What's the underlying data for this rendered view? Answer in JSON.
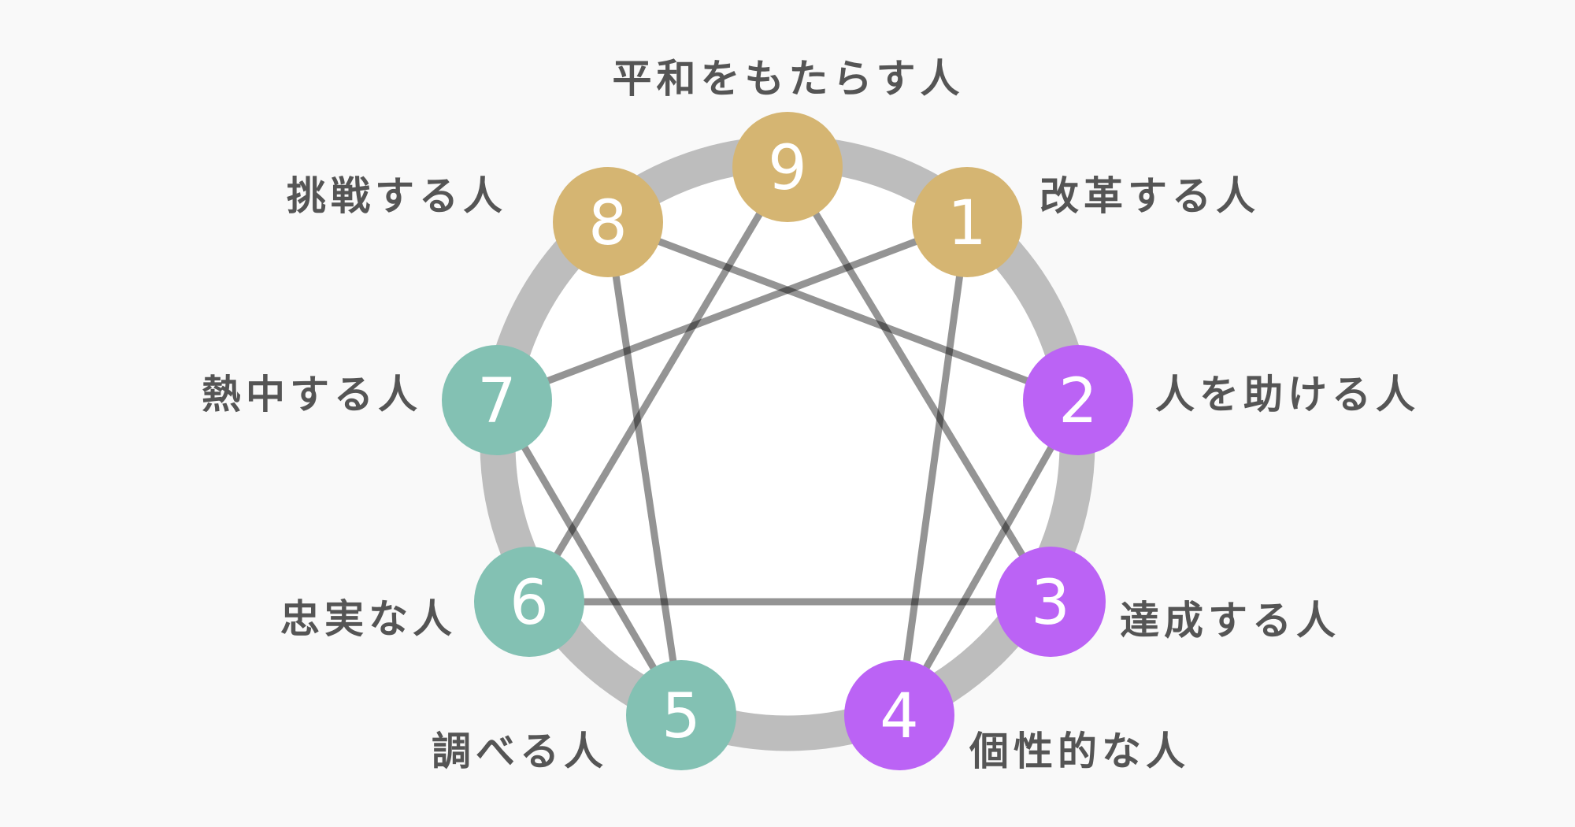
{
  "colors": {
    "background": "#f9f9f9",
    "ring": "#bdbdbd",
    "line": "#000000",
    "gut": "#d5b572",
    "head": "#83c1b3",
    "heart": "#bb63f5",
    "text": "#555555"
  },
  "types": [
    {
      "number": "1",
      "label": "改革する人",
      "group": "gut"
    },
    {
      "number": "2",
      "label": "人を助ける人",
      "group": "heart"
    },
    {
      "number": "3",
      "label": "達成する人",
      "group": "heart"
    },
    {
      "number": "4",
      "label": "個性的な人",
      "group": "heart"
    },
    {
      "number": "5",
      "label": "調べる人",
      "group": "head"
    },
    {
      "number": "6",
      "label": "忠実な人",
      "group": "head"
    },
    {
      "number": "7",
      "label": "熱中する人",
      "group": "head"
    },
    {
      "number": "8",
      "label": "挑戦する人",
      "group": "gut"
    },
    {
      "number": "9",
      "label": "平和をもたらす人",
      "group": "gut"
    }
  ],
  "connections": [
    [
      "9",
      "3"
    ],
    [
      "9",
      "6"
    ],
    [
      "3",
      "6"
    ],
    [
      "1",
      "4"
    ],
    [
      "4",
      "2"
    ],
    [
      "2",
      "8"
    ],
    [
      "8",
      "5"
    ],
    [
      "5",
      "7"
    ],
    [
      "7",
      "1"
    ]
  ]
}
